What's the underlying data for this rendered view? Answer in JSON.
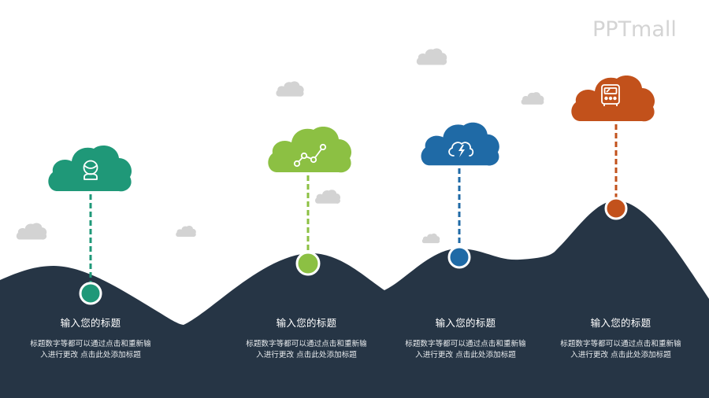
{
  "logo": {
    "text": "PPTmall"
  },
  "colors": {
    "mountain": "#263545",
    "background": "#ffffff",
    "deco_cloud": "#d3d3d3",
    "step1": "#1f9878",
    "step2": "#8cc043",
    "step3": "#1f6aa6",
    "step4": "#c2511b"
  },
  "steps": [
    {
      "icon": "astronaut-helmet-icon",
      "color": "#1f9878",
      "title": "输入您的标题",
      "description": "标题数字等都可以通过点击和重新输入进行更改 点击此处添加标题"
    },
    {
      "icon": "line-chart-icon",
      "color": "#8cc043",
      "title": "输入您的标题",
      "description": "标题数字等都可以通过点击和重新输入进行更改 点击此处添加标题"
    },
    {
      "icon": "cloud-lightning-icon",
      "color": "#1f6aa6",
      "title": "输入您的标题",
      "description": "标题数字等都可以通过点击和重新输入进行更改 点击此处添加标题"
    },
    {
      "icon": "bus-icon",
      "color": "#c2511b",
      "title": "输入您的标题",
      "description": "标题数字等都可以通过点击和重新输入进行更改 点击此处添加标题"
    }
  ]
}
